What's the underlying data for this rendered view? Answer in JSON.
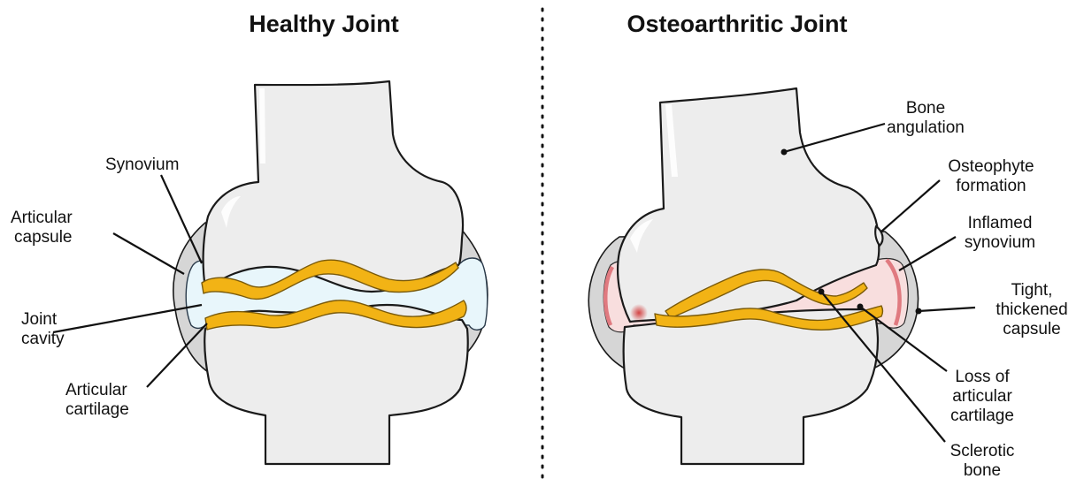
{
  "titles": {
    "left": "Healthy Joint",
    "right": "Osteoarthritic Joint"
  },
  "healthy_labels": {
    "synovium": "Synovium",
    "capsule_1": "Articular",
    "capsule_2": "capsule",
    "cavity_1": "Joint",
    "cavity_2": "cavity",
    "cartilage_1": "Articular",
    "cartilage_2": "cartilage"
  },
  "oa_labels": {
    "bone_1": "Bone",
    "bone_2": "angulation",
    "osteophyte_1": "Osteophyte",
    "osteophyte_2": "formation",
    "inflamed_1": "Inflamed",
    "inflamed_2": "synovium",
    "tight_1": "Tight,",
    "tight_2": "thickened",
    "tight_3": "capsule",
    "loss_1": "Loss of",
    "loss_2": "articular",
    "loss_3": "cartilage",
    "sclerotic_1": "Sclerotic",
    "sclerotic_2": "bone"
  },
  "colors": {
    "cartilage": "#f2b315",
    "bone": "#ededed",
    "capsule": "#d6d6d6",
    "joint_cavity": "#e8f6fb",
    "inflamed_synovium": "#e07a80",
    "inflamed_cavity": "#f8dede",
    "sclerotic_spot": "#d23a3a"
  }
}
